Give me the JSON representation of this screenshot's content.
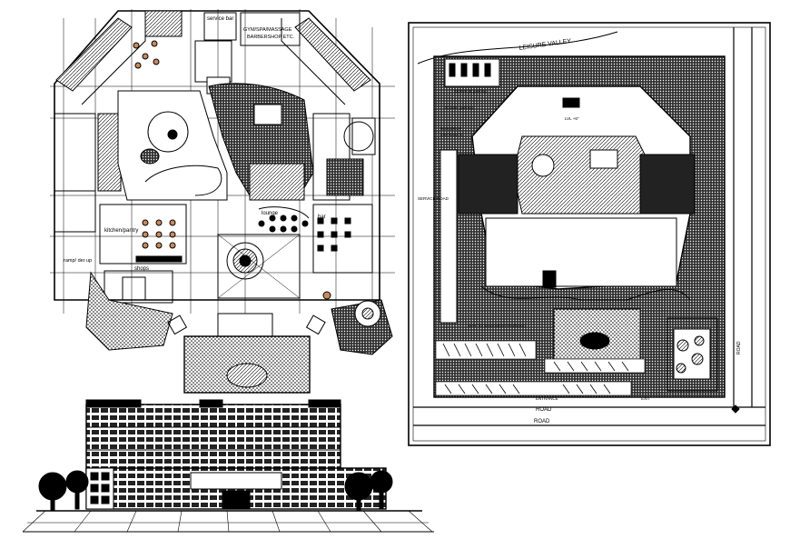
{
  "colors": {
    "ink": "#000000",
    "paper": "#ffffff",
    "hatch_grey": "#8a8a8a",
    "furniture_accent": "#c98a5a"
  },
  "left_plan": {
    "labels": {
      "service": "service bar",
      "gym": "GYM/SPA/MASSAGE",
      "barber": "BARBERSHOP ETC.",
      "kitchen": "kitchen/pantry",
      "lounge": "lounge",
      "bar": "bar",
      "shops": "shops",
      "ramp": "ramp/ der up"
    }
  },
  "site_plan": {
    "labels": {
      "valley": "LEISURE VALLEY",
      "service_parking": "SERVICE parking",
      "scooter": "scooter parking",
      "bus_drop": "BUS DROP",
      "entrance": "ENTRANCE",
      "lvl": "LVL +6\"",
      "service_road": "SERVICE ROAD",
      "basement_ramp": "WAY TO BASEMENT PARKING",
      "entry": "ENTRANCE",
      "exit": "EXIT",
      "road_main": "ROAD",
      "road_bottom": "ROAD",
      "road_side": "ROAD"
    }
  }
}
